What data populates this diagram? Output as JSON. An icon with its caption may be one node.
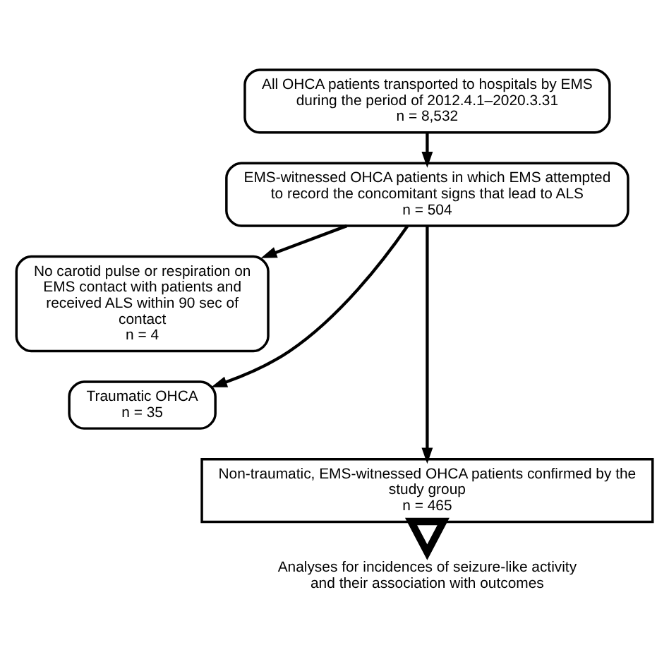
{
  "diagram": {
    "nodes": [
      {
        "text": [
          "All OHCA patients transported to hospitals by EMS during the period of 2012.4.1–2020.3.31",
          "n = 8,532"
        ]
      },
      {
        "text": [
          "EMS-witnessed OHCA patients in which EMS attempted to record the concomitant signs that lead to ALS",
          "n = 504"
        ]
      },
      {
        "text": [
          "No carotid pulse or respiration on EMS contact with patients and received ALS within 90 sec of contact",
          "n = 4"
        ]
      },
      {
        "text": [
          "Traumatic OHCA",
          "n = 35"
        ]
      },
      {
        "text": [
          "Non-traumatic, EMS-witnessed OHCA patients confirmed by the study group",
          "n = 465"
        ]
      },
      {
        "text": [
          "Analyses for incidences of seizure-like activity and their association with outcomes"
        ]
      }
    ],
    "edges": [
      {
        "from": 0,
        "to": 1,
        "arrow": "to"
      },
      {
        "from": 1,
        "to": 2,
        "arrow": "to"
      },
      {
        "from": 1,
        "to": 3,
        "arrow": "to"
      },
      {
        "from": 1,
        "to": 4,
        "arrow": "to"
      },
      {
        "from": 4,
        "to": 5,
        "arrow": "to",
        "style": "thick"
      }
    ]
  }
}
